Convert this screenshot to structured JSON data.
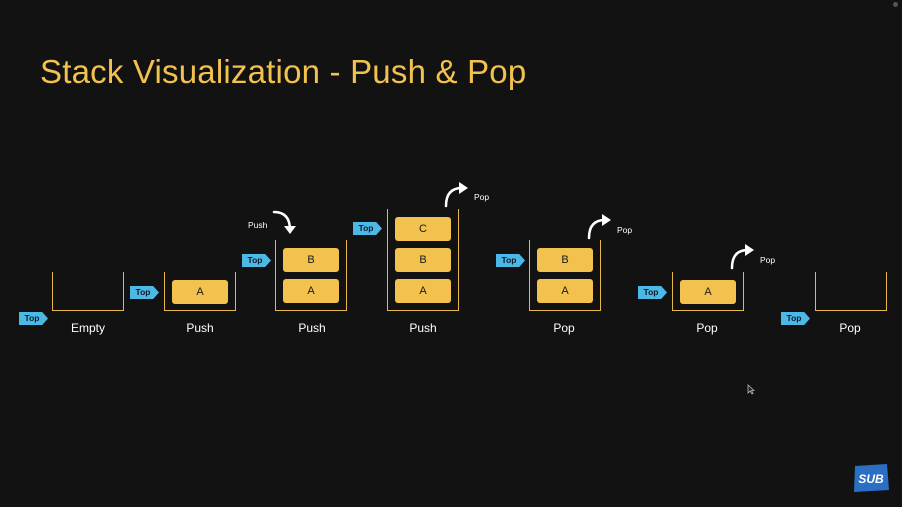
{
  "title": "Stack Visualization - Push & Pop",
  "top_label": "Top",
  "states": [
    {
      "caption": "Empty",
      "blocks": []
    },
    {
      "caption": "Push",
      "blocks": [
        "A"
      ]
    },
    {
      "caption": "Push",
      "blocks": [
        "A",
        "B"
      ],
      "arrow_label": "Push"
    },
    {
      "caption": "Push",
      "blocks": [
        "A",
        "B",
        "C"
      ],
      "arrow_label": "Pop"
    },
    {
      "caption": "Pop",
      "blocks": [
        "A",
        "B"
      ],
      "arrow_label": "Pop"
    },
    {
      "caption": "Pop",
      "blocks": [
        "A"
      ],
      "arrow_label": "Pop"
    },
    {
      "caption": "Pop",
      "blocks": []
    }
  ],
  "logo_text": "SUB",
  "colors": {
    "background": "#121212",
    "title": "#f2c14e",
    "block": "#f2c14e",
    "container_border": "#e6b84a",
    "top_tag": "#4cb8e6"
  }
}
